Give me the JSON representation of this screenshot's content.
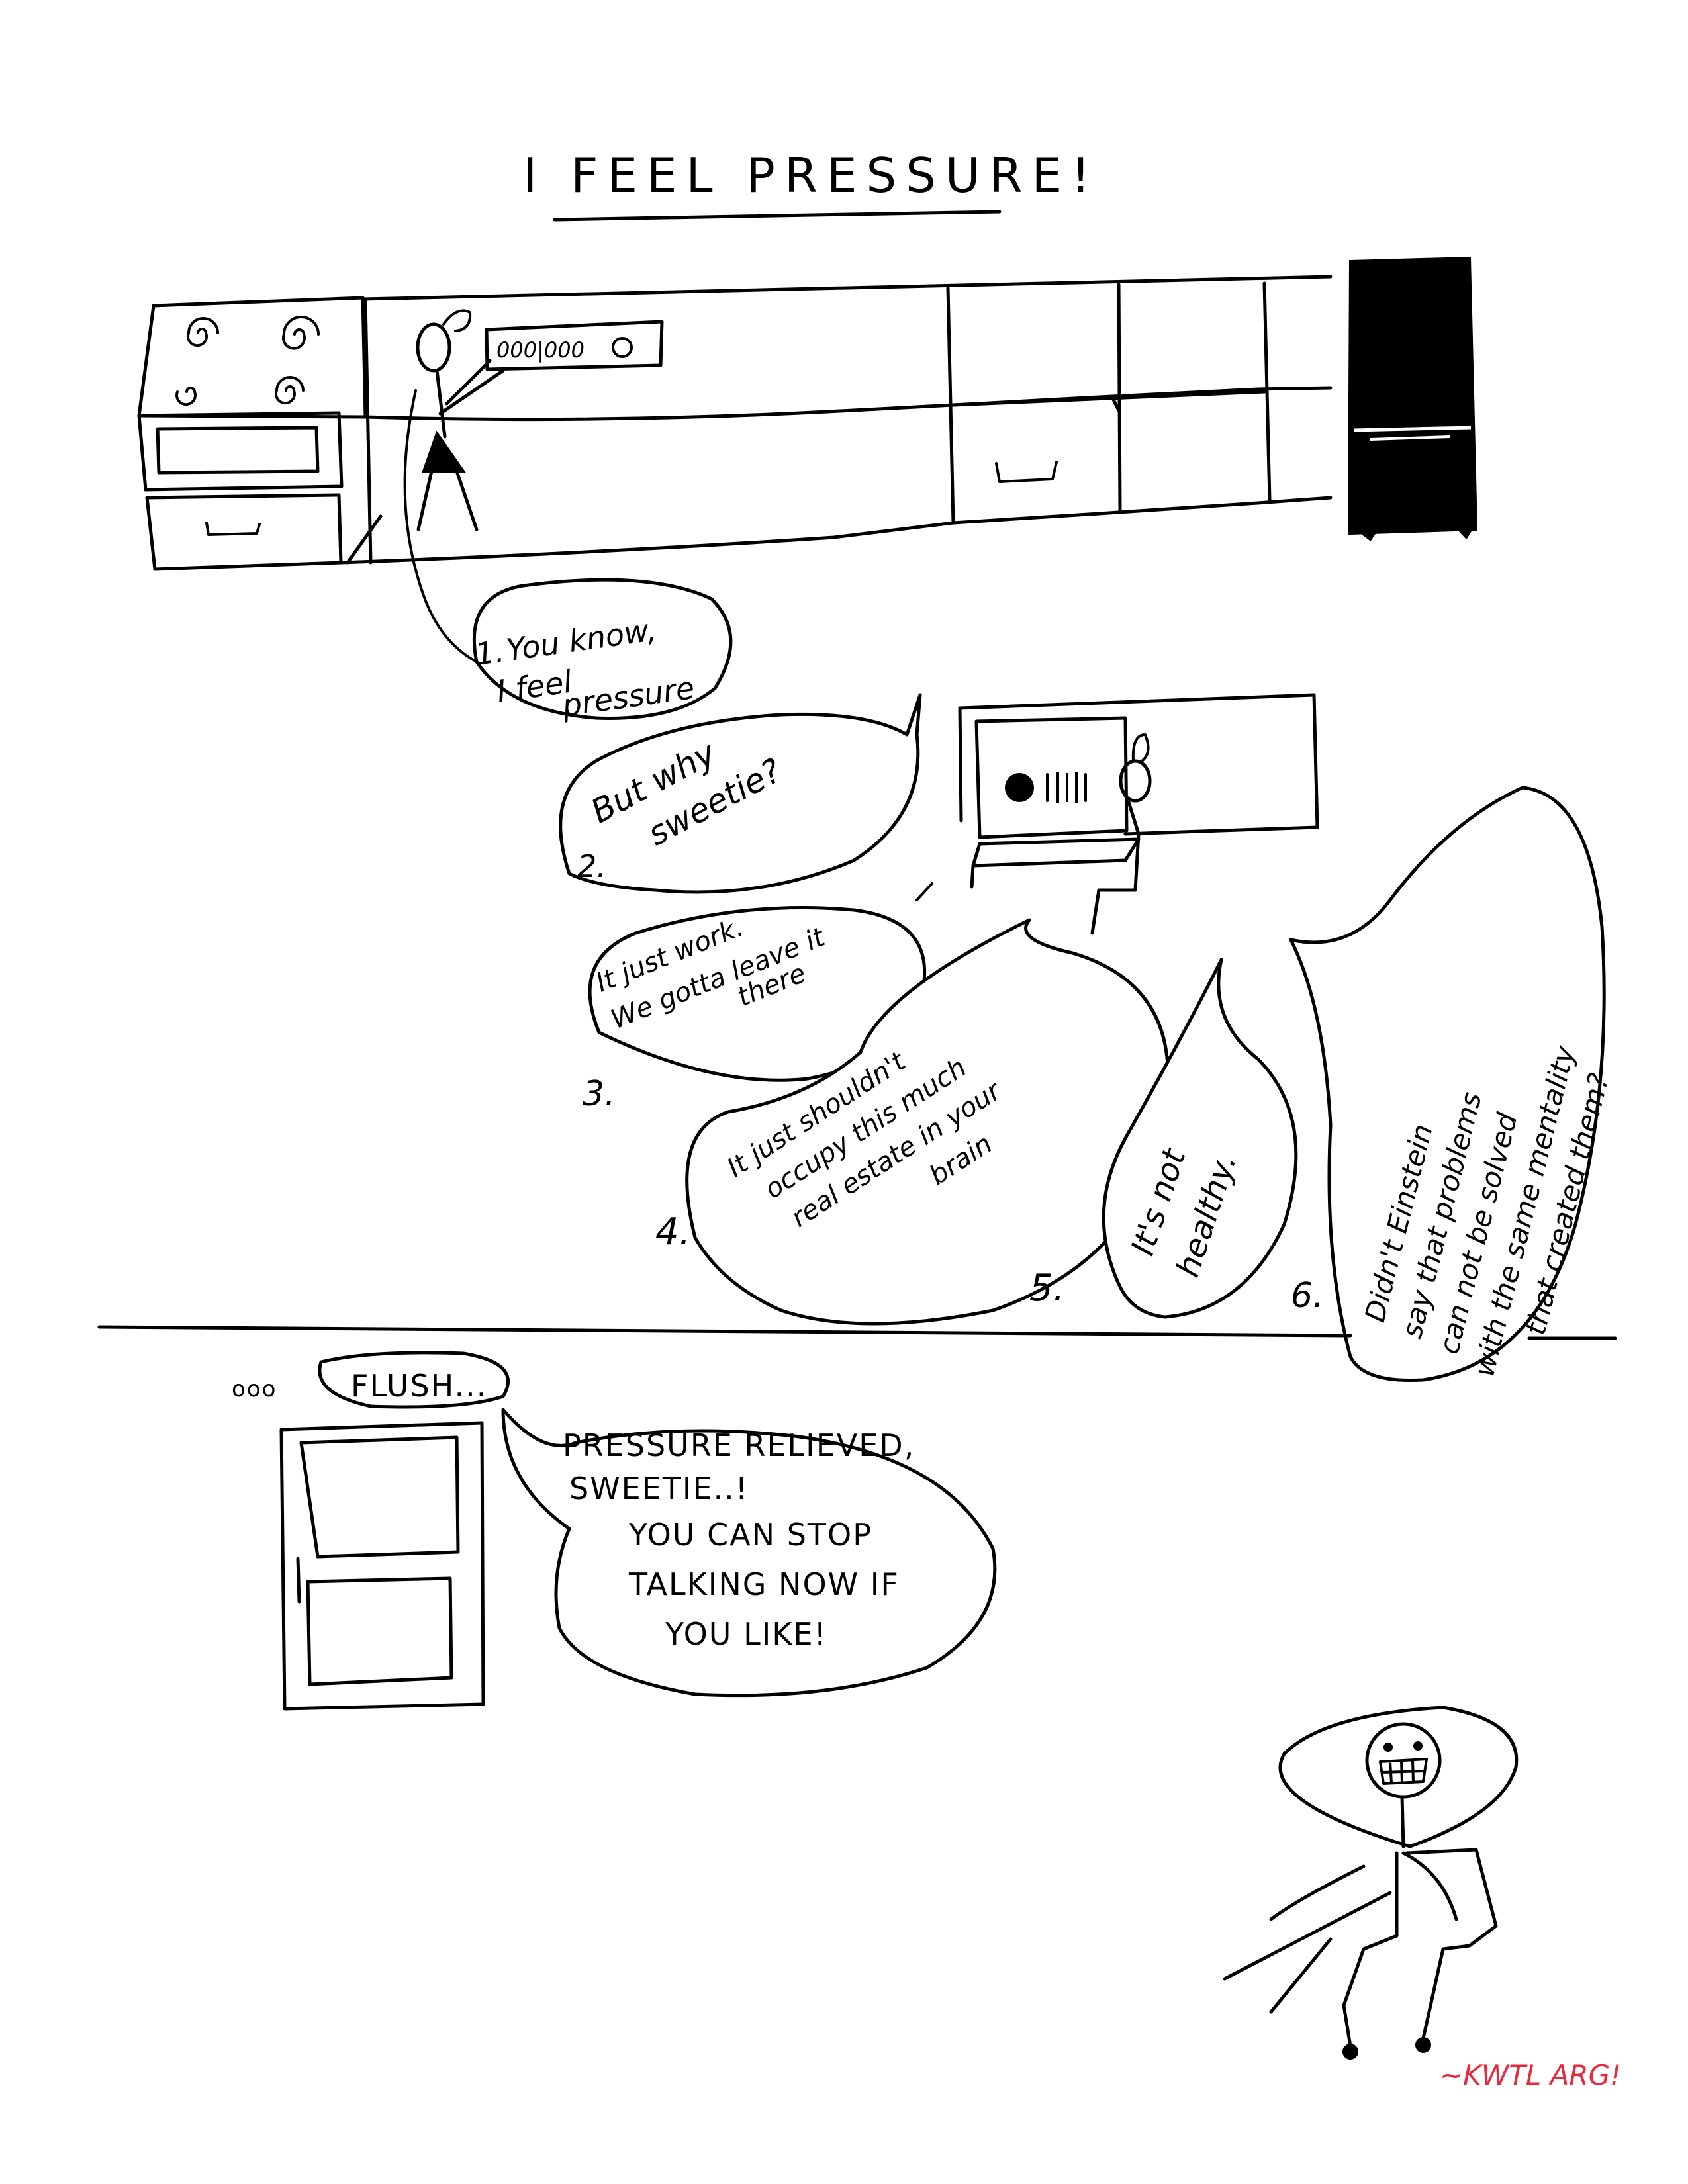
{
  "comic": {
    "title": "I FEEL PRESSURE!",
    "microwave_display": "000|000",
    "bubbles": [
      {
        "number": "1.",
        "lines": [
          "You know,",
          "I feel",
          "pressure"
        ]
      },
      {
        "number": "2.",
        "lines": [
          "But why",
          "sweetie?"
        ]
      },
      {
        "number": "3.",
        "lines": [
          "It just work.",
          "We gotta leave it",
          "there"
        ]
      },
      {
        "number": "4.",
        "lines": [
          "It just shouldn't",
          "occupy this much",
          "real estate in your",
          "brain"
        ]
      },
      {
        "number": "5.",
        "lines": [
          "It's not",
          "healthy."
        ]
      },
      {
        "number": "6.",
        "lines": [
          "Didn't Einstein",
          "say that problems",
          "can not be solved",
          "with the same mentality",
          "that created them?"
        ]
      }
    ],
    "flush": {
      "dots": "ooo",
      "text": "FLUSH..."
    },
    "relief": {
      "lines": [
        "PRESSURE RELIEVED,",
        "SWEETIE..!",
        "YOU CAN STOP",
        "TALKING NOW IF",
        "YOU LIKE!"
      ]
    },
    "signature": "~KWTL ARG!",
    "signature_color": "#e8283c"
  }
}
